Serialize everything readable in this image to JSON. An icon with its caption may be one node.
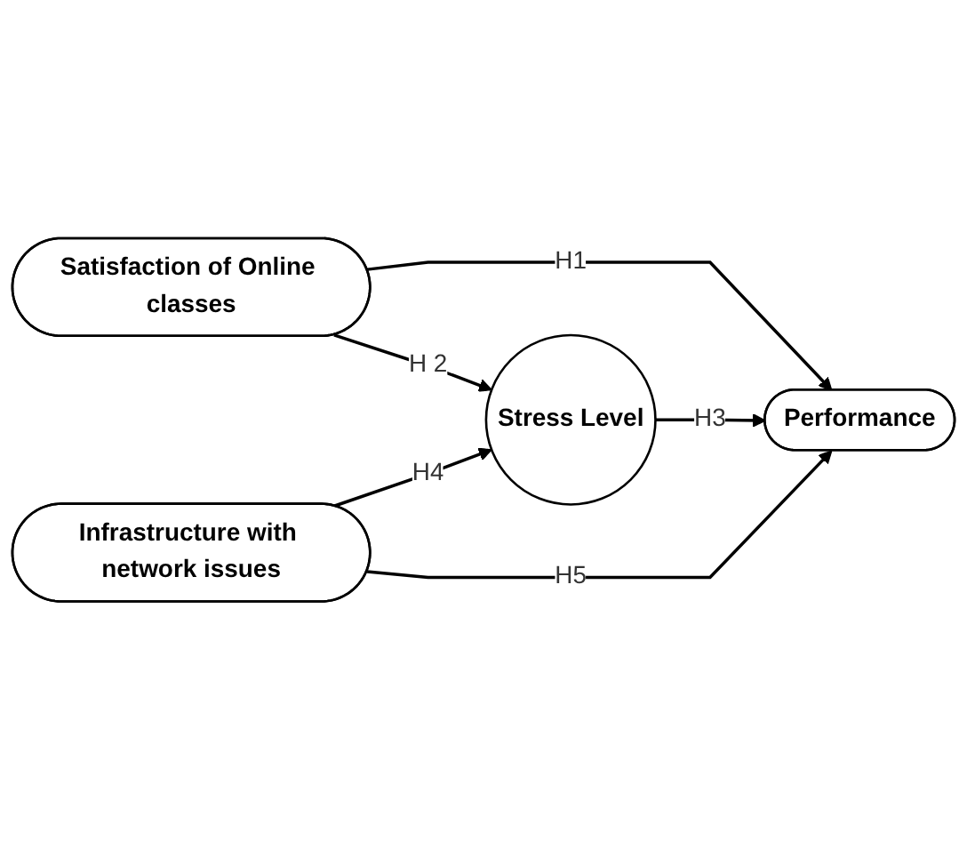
{
  "diagram": {
    "nodes": [
      {
        "text": [
          "Satisfaction of Online classes"
        ]
      },
      {
        "text": [
          "Stress Level"
        ]
      },
      {
        "text": [
          "Performance"
        ]
      },
      {
        "text": [
          "Infrastructure with network issues"
        ]
      }
    ],
    "edges": [
      {
        "from": 0,
        "to": 2,
        "arrow": "to",
        "label": "H1"
      },
      {
        "from": 0,
        "to": 1,
        "arrow": "to",
        "label": "H 2"
      },
      {
        "from": 1,
        "to": 2,
        "arrow": "to",
        "label": "H3"
      },
      {
        "from": 3,
        "to": 1,
        "arrow": "to",
        "label": "H4"
      },
      {
        "from": 3,
        "to": 2,
        "arrow": "to",
        "label": "H5"
      }
    ]
  }
}
